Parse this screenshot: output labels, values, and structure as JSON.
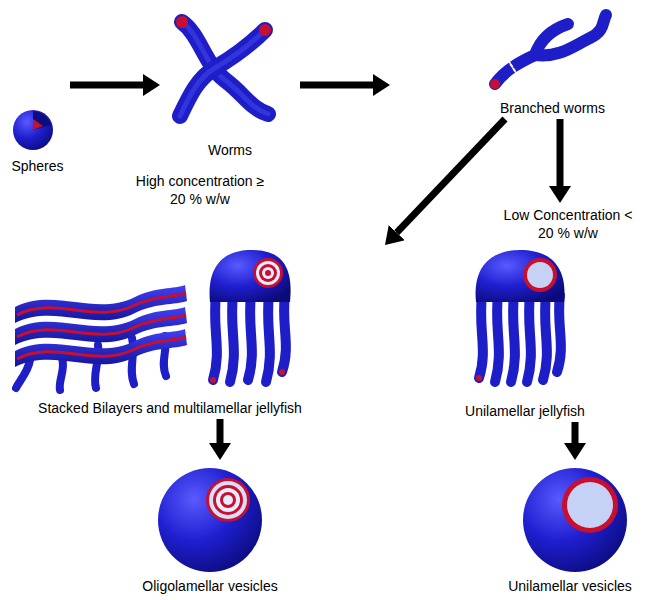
{
  "diagram": {
    "nodes": [
      {
        "text": [
          "Spheres"
        ]
      },
      {
        "text": [
          "Worms"
        ]
      },
      {
        "text": [
          "Branched worms"
        ]
      },
      {
        "text": [
          "Stacked Bilayers and multilamellar jellyfish"
        ]
      },
      {
        "text": [
          "Unilamellar jellyfish"
        ]
      },
      {
        "text": [
          "Oligolamellar vesicles"
        ]
      },
      {
        "text": [
          "Unilamellar vesicles"
        ]
      }
    ],
    "edges": [
      {
        "from": 0,
        "to": 1,
        "arrow": "to"
      },
      {
        "from": 1,
        "to": 2,
        "arrow": "to"
      },
      {
        "from": 2,
        "to": 3,
        "label": "High concentration ≥ 20 % w/w",
        "arrow": "to"
      },
      {
        "from": 2,
        "to": 4,
        "label": "Low Concentration < 20 % w/w",
        "arrow": "to"
      },
      {
        "from": 3,
        "to": 5,
        "arrow": "to"
      },
      {
        "from": 4,
        "to": 6,
        "arrow": "to"
      }
    ]
  }
}
